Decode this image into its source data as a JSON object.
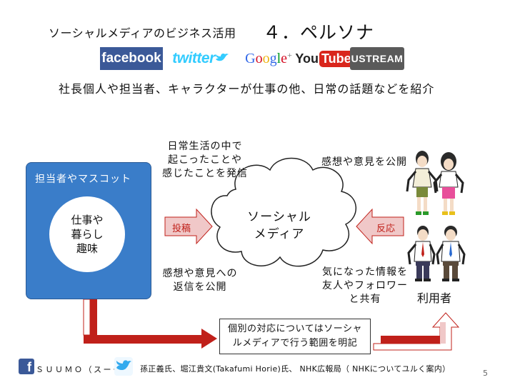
{
  "title": {
    "small": "ソーシャルメディアのビジネス活用",
    "big": "４．ペルソナ"
  },
  "logos": {
    "facebook": "facebook",
    "twitter": "twitter",
    "google": [
      "G",
      "o",
      "o",
      "g",
      "l",
      "e",
      "+"
    ],
    "youtube_you": "You",
    "youtube_tube": "Tube",
    "ustream": "USTREAM"
  },
  "subtitle": "社長個人や担当者、キャラクターが仕事の他、日常の話題などを紹介",
  "left_box": {
    "label": "担当者やマスコット",
    "circle_lines": [
      "仕事や",
      "暮らし",
      "趣味"
    ]
  },
  "notes": {
    "top_left": [
      "日常生活の中で",
      "起こったことや",
      "感じたことを発信"
    ],
    "top_right": "感想や意見を公開",
    "bottom_left": [
      "感想や意見への",
      "返信を公開"
    ],
    "bottom_right": [
      "気になった情報を",
      "友人やフォロワー",
      "と共有"
    ]
  },
  "arrows": {
    "post_label": "投稿",
    "react_label": "反応"
  },
  "cloud": [
    "ソーシャル",
    "メディア"
  ],
  "users_label": "利用者",
  "bottom_box": [
    "個別の対応についてはソーシャ",
    "ルメディアで行う範囲を明記"
  ],
  "footer": {
    "left": "ＳＵＵＭＯ（スーモ）",
    "right": "孫正義氏、堀江貴文(Takafumi Horie)氏、 NHK広報局（ NHKについてユルく案内）"
  },
  "page_number": "5",
  "colors": {
    "blue_box": "#3a7dc9",
    "arrow_red": "#c0201a",
    "arrow_pink": "#f0c8c8",
    "facebook_blue": "#3b5998",
    "twitter_blue": "#33ccff",
    "youtube_red": "#d9261c"
  },
  "icons": [
    "facebook-icon",
    "twitter-bird-icon",
    "cloud-shape",
    "person-icon"
  ]
}
